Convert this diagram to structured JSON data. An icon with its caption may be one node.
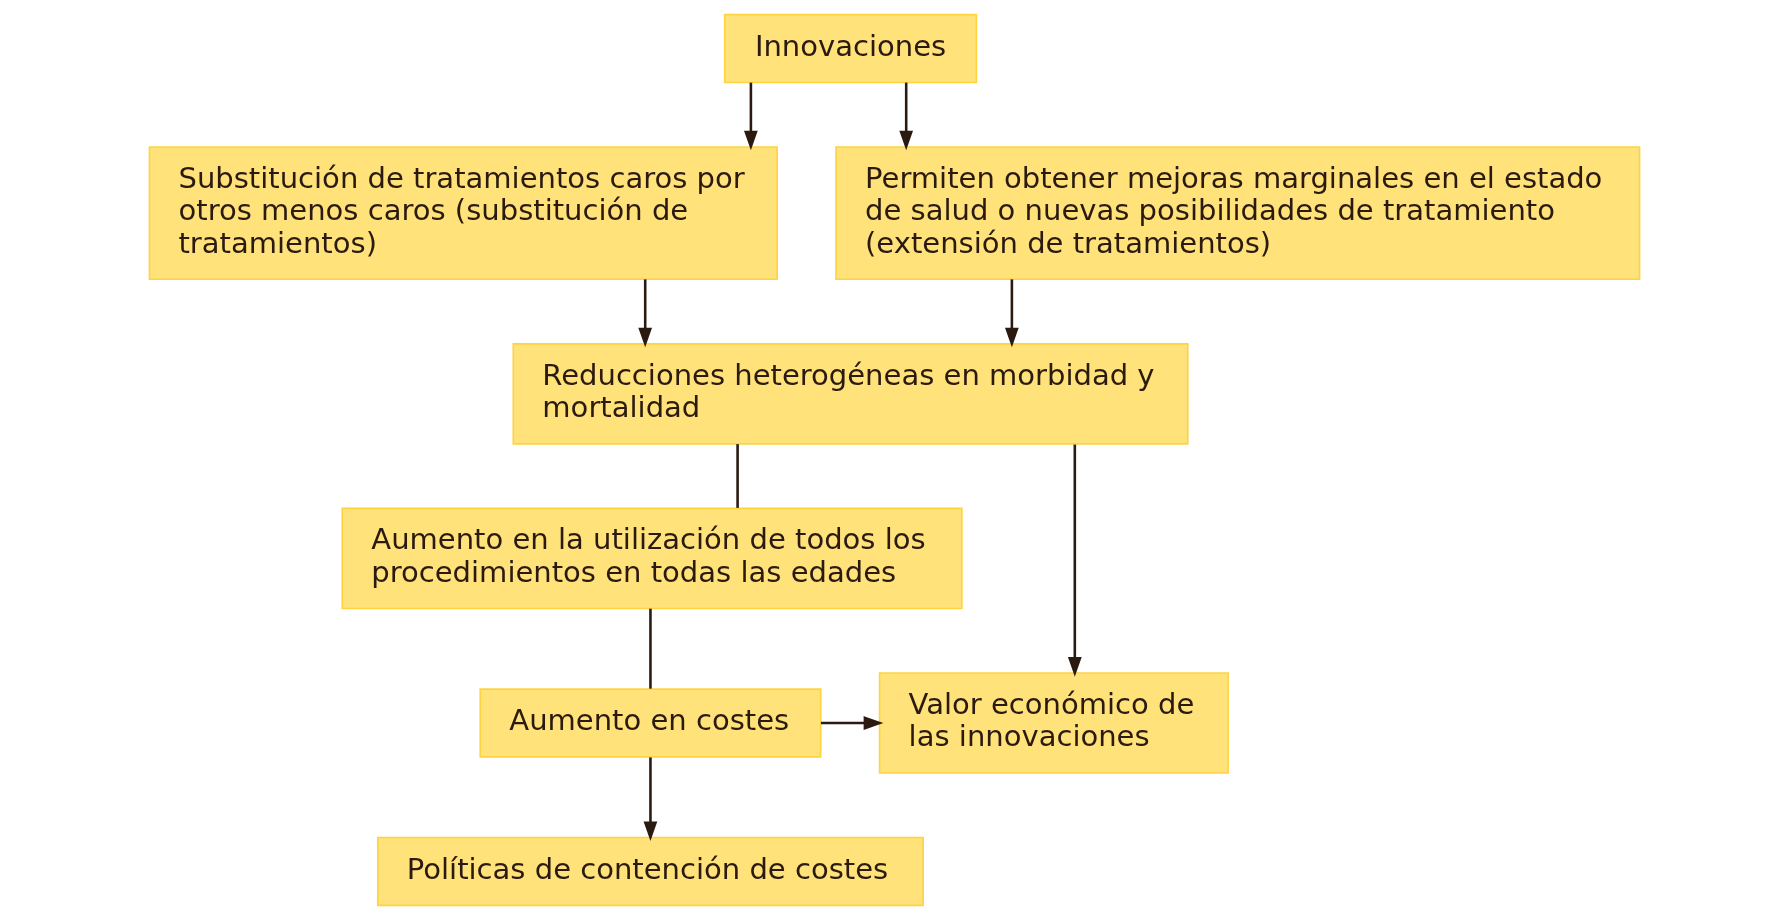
{
  "diagram": {
    "nodes": [
      {
        "text": [
          "Innovaciones"
        ]
      },
      {
        "text": [
          "Substitución de tratamientos caros por otros menos caros (substitución de tratamientos)"
        ]
      },
      {
        "text": [
          "Permiten obtener mejoras marginales en el estado de salud o nuevas posibilidades de tratamiento (extensión de tratamientos)"
        ]
      },
      {
        "text": [
          "Reducciones heterogéneas en morbidad y mortalidad"
        ]
      },
      {
        "text": [
          "Aumento en la utilización de todos los procedimientos en todas las edades"
        ]
      },
      {
        "text": [
          "Aumento en costes"
        ]
      },
      {
        "text": [
          "Valor económico de las innovaciones"
        ]
      },
      {
        "text": [
          "Políticas de contención de costes"
        ]
      }
    ],
    "edges": [
      {
        "from": 0,
        "to": 1,
        "arrow": "to"
      },
      {
        "from": 0,
        "to": 2,
        "arrow": "to"
      },
      {
        "from": 1,
        "to": 3,
        "arrow": "to"
      },
      {
        "from": 2,
        "to": 3,
        "arrow": "to"
      },
      {
        "from": 3,
        "to": 6,
        "arrow": "to"
      },
      {
        "from": 3,
        "to": 4,
        "arrow": "none"
      },
      {
        "from": 4,
        "to": 5,
        "arrow": "none"
      },
      {
        "from": 5,
        "to": 6,
        "arrow": "to"
      },
      {
        "from": 5,
        "to": 7,
        "arrow": "to"
      }
    ]
  }
}
